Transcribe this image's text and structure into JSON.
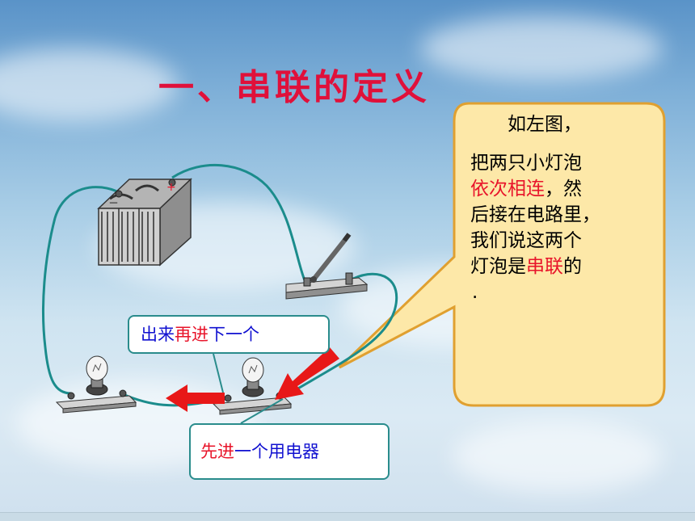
{
  "title": "一、串联的定义",
  "callout": {
    "line1": "如左图，",
    "line2": "把两只小灯泡",
    "line3_red": "依次相连",
    "line3_rest": "，然",
    "line4": "后接在电路里，",
    "line5": "我们说这两个",
    "line6_pre": "灯泡是",
    "line6_red": "串联",
    "line6_post": "的",
    "line7": "."
  },
  "label_out": {
    "part1": "出来",
    "part2": "再进",
    "part3": "下一个"
  },
  "label_in": {
    "part1": "先进",
    "part2": "一个用电器"
  },
  "battery": {
    "minus": "－",
    "plus": "+"
  },
  "colors": {
    "title": "#e0103a",
    "callout_fill": "#fde8a8",
    "callout_border": "#e0a030",
    "wire": "#1b8c8c",
    "arrow": "#e81818"
  }
}
